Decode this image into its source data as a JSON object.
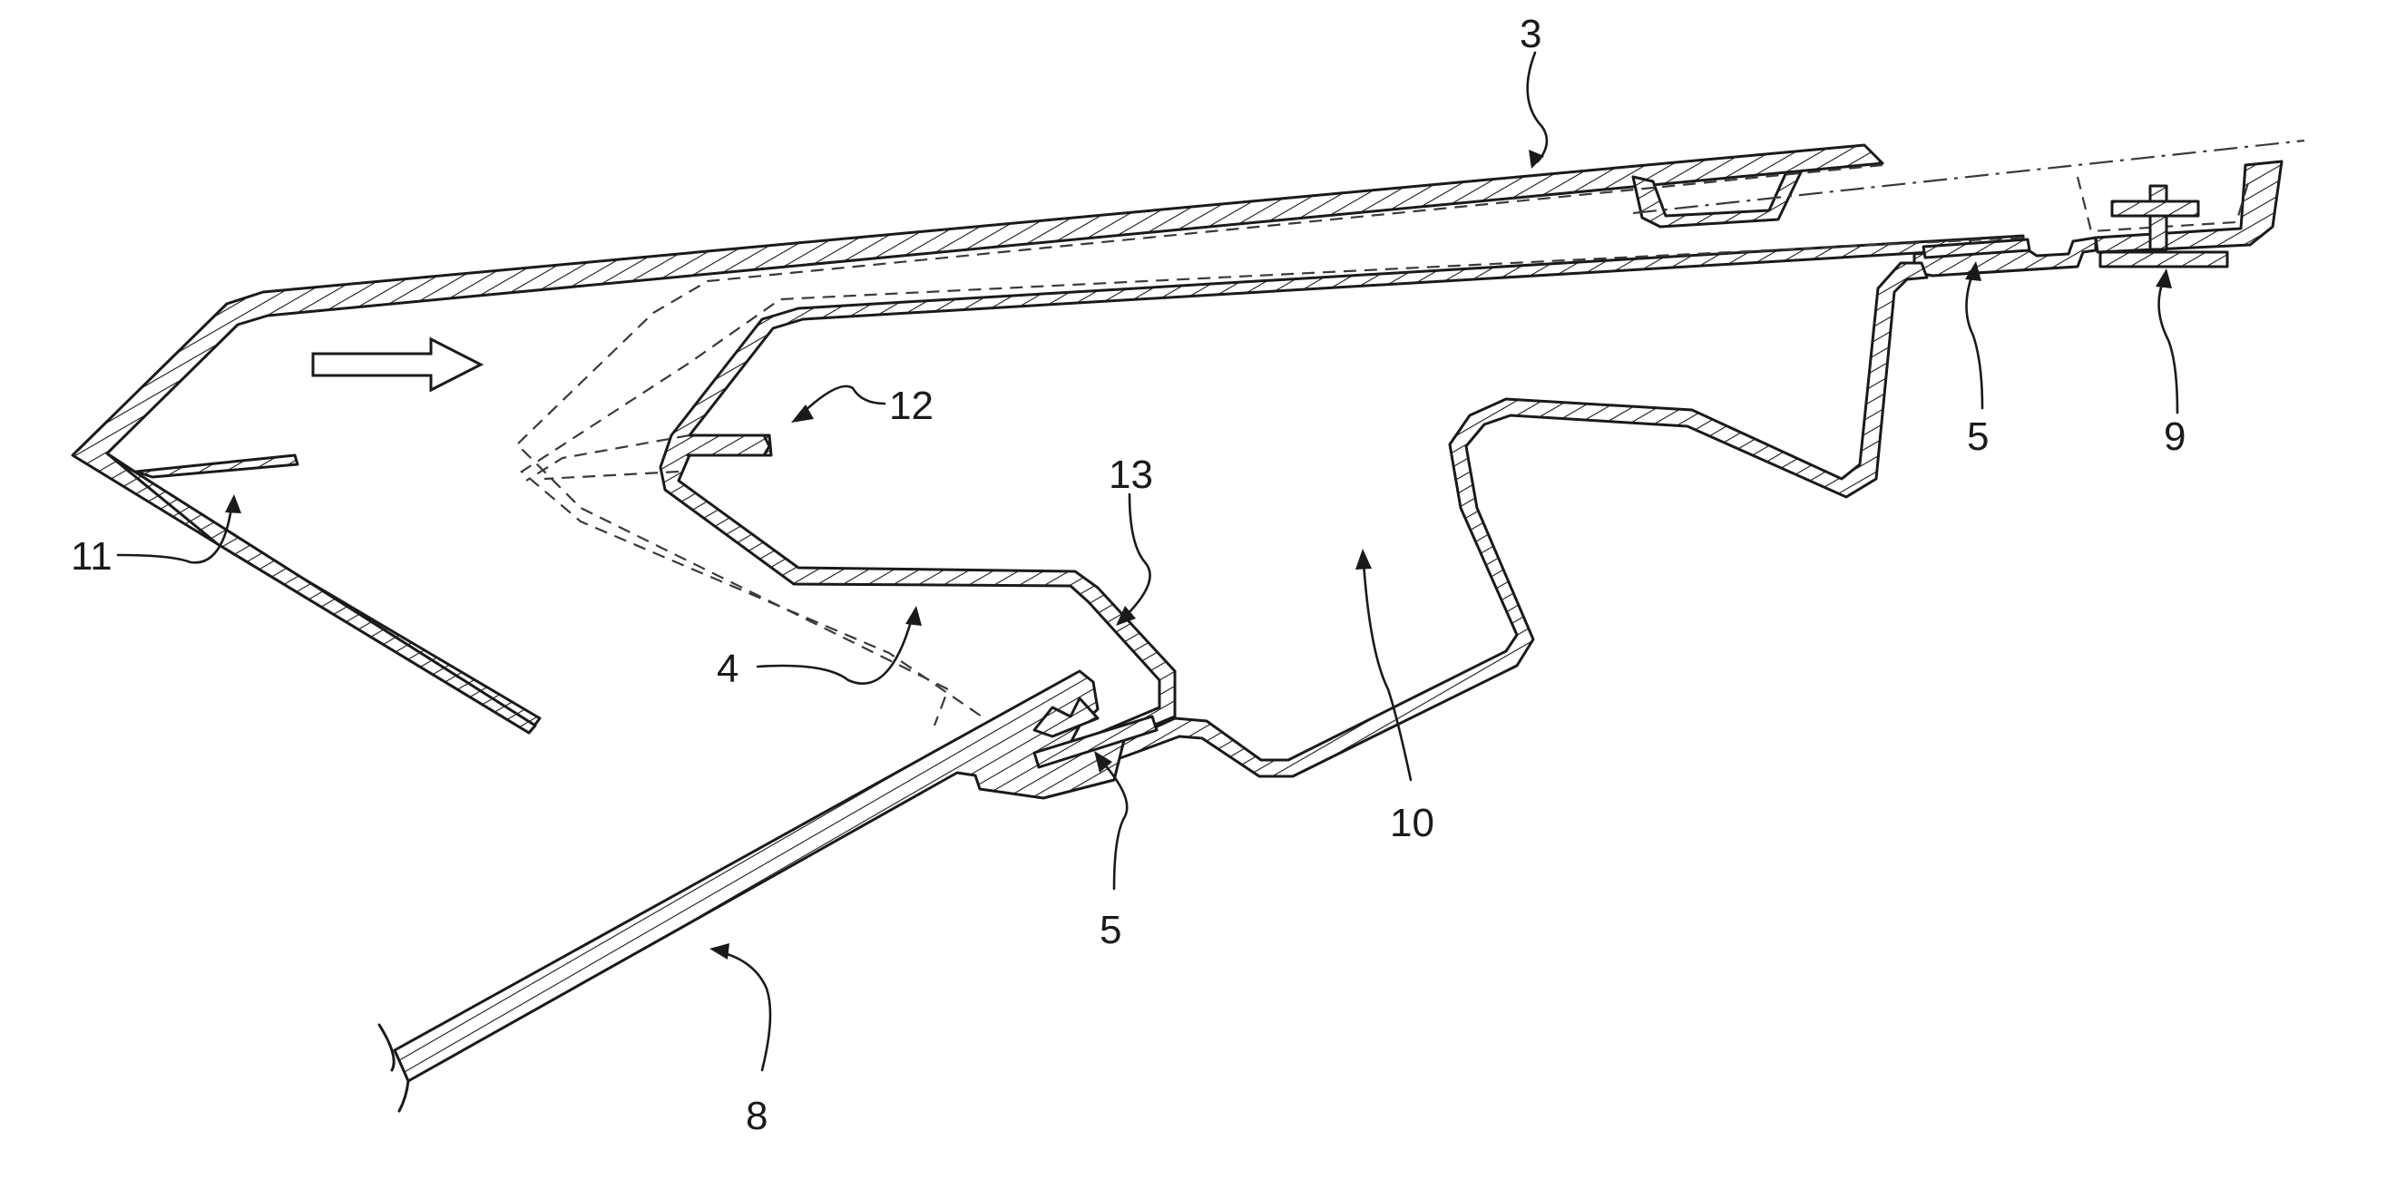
{
  "reference_labels": {
    "label_3": "3",
    "label_4": "4",
    "label_5_right": "5",
    "label_5_center": "5",
    "label_8": "8",
    "label_9": "9",
    "label_10": "10",
    "label_11": "11",
    "label_12": "12",
    "label_13": "13"
  },
  "colors": {
    "line": "#1a1a1a",
    "background": "#ffffff"
  },
  "icons": {
    "flow_direction": "hollow-right-arrow-icon"
  }
}
